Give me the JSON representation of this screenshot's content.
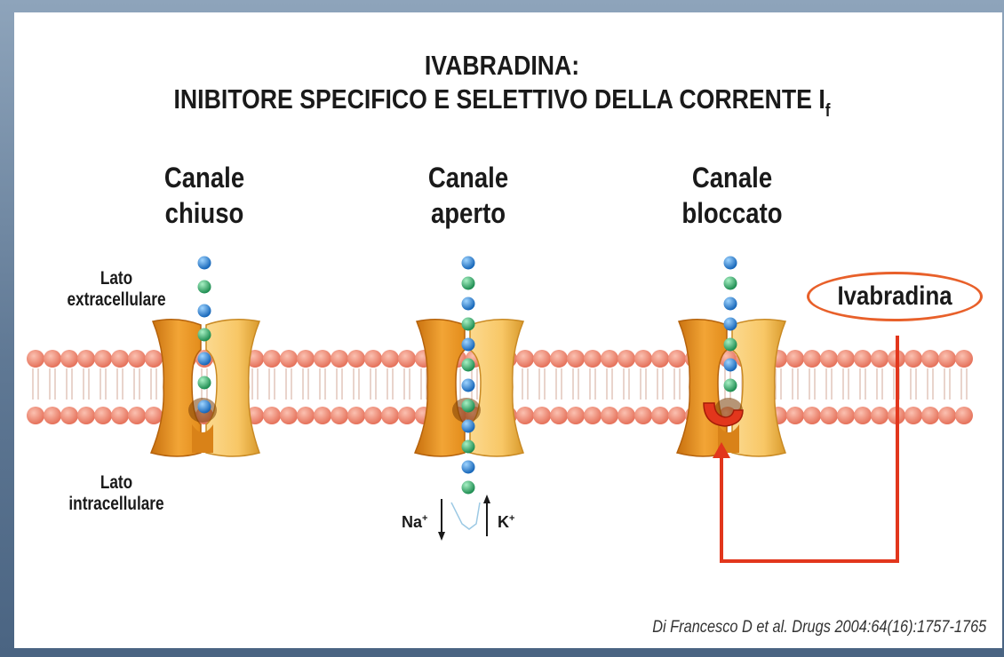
{
  "title": {
    "line1": "IVABRADINA:",
    "line2": "INIBITORE SPECIFICO E SELETTIVO DELLA CORRENTE I",
    "line2_subscript": "f"
  },
  "channels": [
    {
      "line1": "Canale",
      "line2": "chiuso"
    },
    {
      "line1": "Canale",
      "line2": "aperto"
    },
    {
      "line1": "Canale",
      "line2": "bloccato"
    }
  ],
  "sides": {
    "extracellular_line1": "Lato",
    "extracellular_line2": "extracellulare",
    "intracellular_line1": "Lato",
    "intracellular_line2": "intracellulare"
  },
  "ions": {
    "sodium": "Na",
    "potassium": "K",
    "charge": "+"
  },
  "drug_label": "Ivabradina",
  "citation": "Di Francesco D et al. Drugs 2004:64(16):1757-1765",
  "colors": {
    "channel_dark": "#e88f1c",
    "channel_light": "#f8cf7a",
    "lipid_head": "#f0907a",
    "bead_blue": "#1f7fd4",
    "bead_green": "#2fae6a",
    "arrow_red": "#e2361c",
    "drug_oval": "#e8602a"
  }
}
